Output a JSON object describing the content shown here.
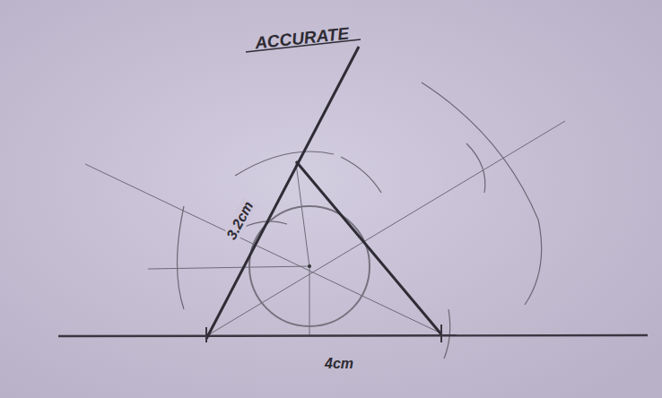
{
  "diagram": {
    "labels": [
      "ACCURATE",
      "3.2cm",
      "4cm"
    ]
  }
}
